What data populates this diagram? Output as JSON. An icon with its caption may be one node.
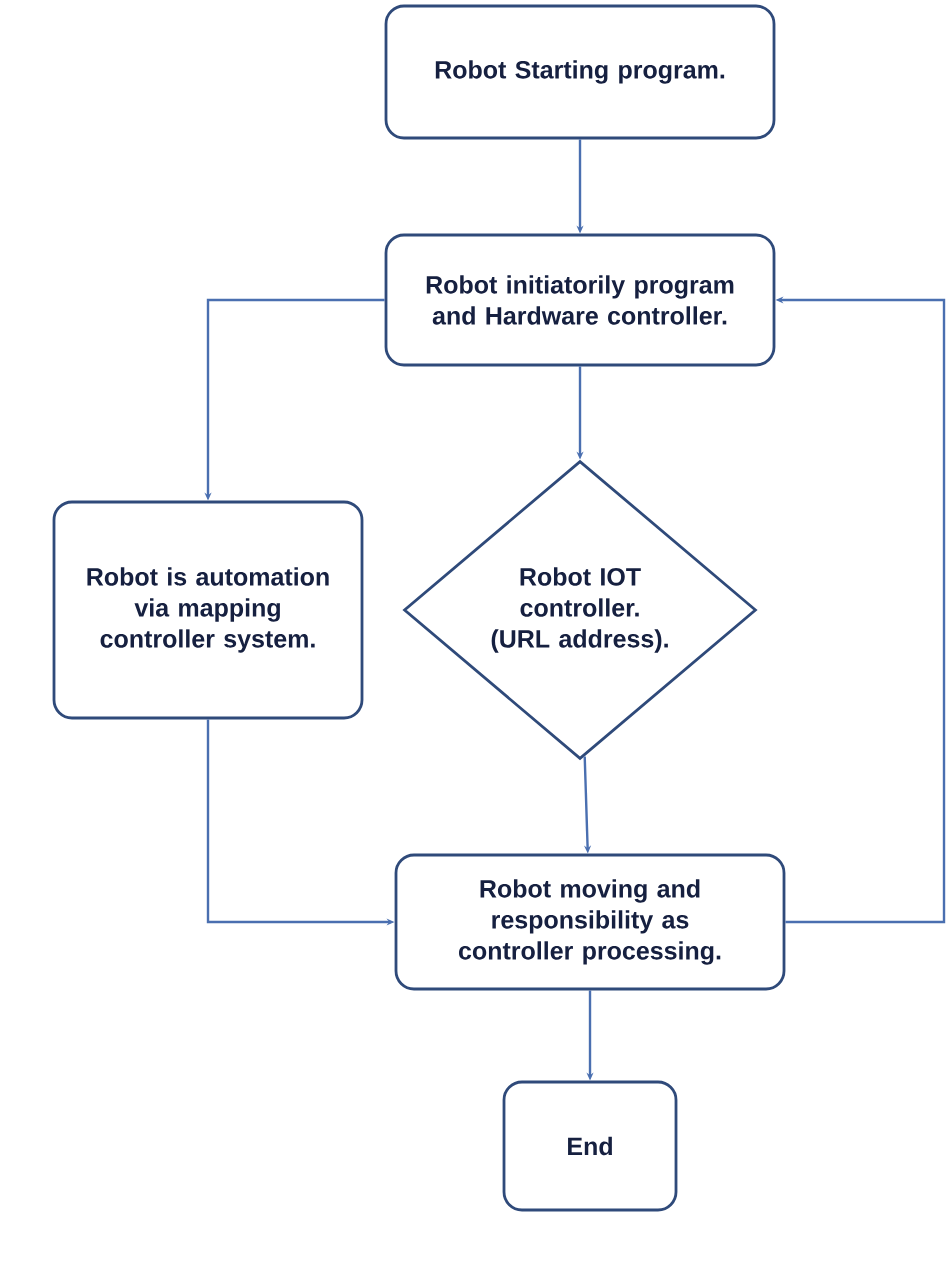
{
  "diagram": {
    "nodes": [
      {
        "text": [
          "Robot Starting program."
        ]
      },
      {
        "text": [
          "Robot initiatorily program and Hardware controller."
        ]
      },
      {
        "text": [
          "Robot is automation via mapping controller system."
        ]
      },
      {
        "text": [
          "Robot IOT controller. (URL address)."
        ]
      },
      {
        "text": [
          "Robot moving and responsibility as controller processing."
        ]
      },
      {
        "text": [
          "End"
        ]
      }
    ],
    "edges": [
      {
        "from": 0,
        "to": 1,
        "arrow": "to"
      },
      {
        "from": 1,
        "to": 2,
        "arrow": "to"
      },
      {
        "from": 1,
        "to": 3,
        "arrow": "to"
      },
      {
        "from": 2,
        "to": 4,
        "arrow": "to"
      },
      {
        "from": 3,
        "to": 4,
        "arrow": "to"
      },
      {
        "from": 4,
        "to": 1,
        "arrow": "to"
      },
      {
        "from": 4,
        "to": 5,
        "arrow": "to"
      }
    ]
  }
}
